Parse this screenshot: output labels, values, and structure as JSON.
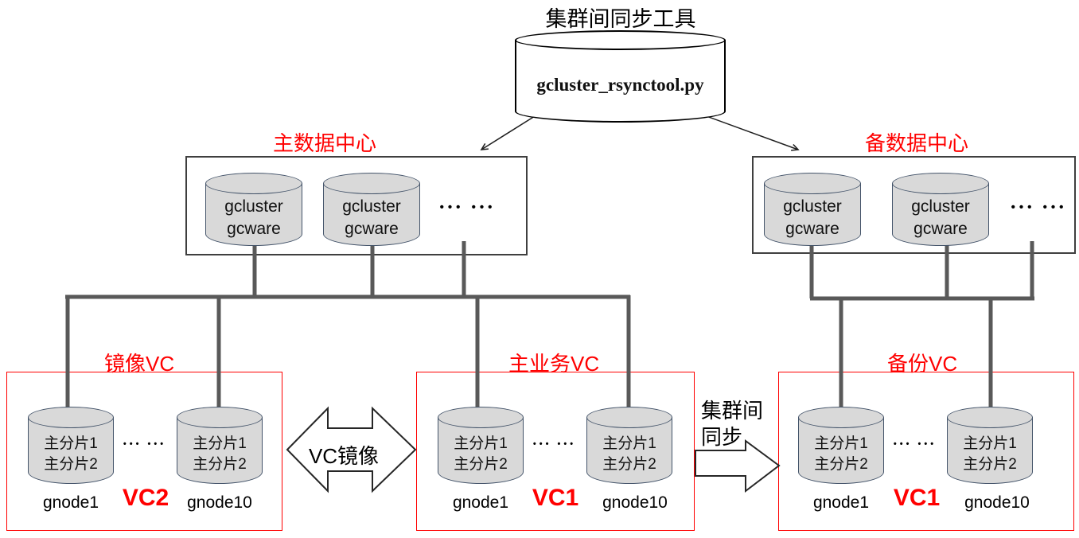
{
  "colors": {
    "accent_red": "#ff0000",
    "connector_gray": "#595959",
    "cylinder_fill": "#d9d9d9",
    "cylinder_stroke": "#44546a",
    "dc_border": "#3f3f3f"
  },
  "tool": {
    "title": "集群间同步工具",
    "filename": "gcluster_rsynctool.py"
  },
  "datacenters": [
    {
      "name": "主数据中心",
      "nodes": [
        {
          "lines": [
            "gcluster",
            "gcware"
          ]
        },
        {
          "lines": [
            "gcluster",
            "gcware"
          ]
        }
      ],
      "ellipsis": "••• •••"
    },
    {
      "name": "备数据中心",
      "nodes": [
        {
          "lines": [
            "gcluster",
            "gcware"
          ]
        },
        {
          "lines": [
            "gcluster",
            "gcware"
          ]
        }
      ],
      "ellipsis": "••• •••"
    }
  ],
  "vcs": [
    {
      "name": "镜像VC",
      "vc_id": "VC2",
      "ellipsis": "••• •••",
      "nodes": [
        {
          "lines": [
            "主分片1",
            "主分片2"
          ],
          "host": "gnode1"
        },
        {
          "lines": [
            "主分片1",
            "主分片2"
          ],
          "host": "gnode10"
        }
      ]
    },
    {
      "name": "主业务VC",
      "vc_id": "VC1",
      "ellipsis": "••• •••",
      "nodes": [
        {
          "lines": [
            "主分片1",
            "主分片2"
          ],
          "host": "gnode1"
        },
        {
          "lines": [
            "主分片1",
            "主分片2"
          ],
          "host": "gnode10"
        }
      ]
    },
    {
      "name": "备份VC",
      "vc_id": "VC1",
      "ellipsis": "••• •••",
      "nodes": [
        {
          "lines": [
            "主分片1",
            "主分片2"
          ],
          "host": "gnode1"
        },
        {
          "lines": [
            "主分片1",
            "主分片2"
          ],
          "host": "gnode10"
        }
      ]
    }
  ],
  "arrows": {
    "mirror_label": "VC镜像",
    "sync_label_line1": "集群间",
    "sync_label_line2": "同步"
  }
}
